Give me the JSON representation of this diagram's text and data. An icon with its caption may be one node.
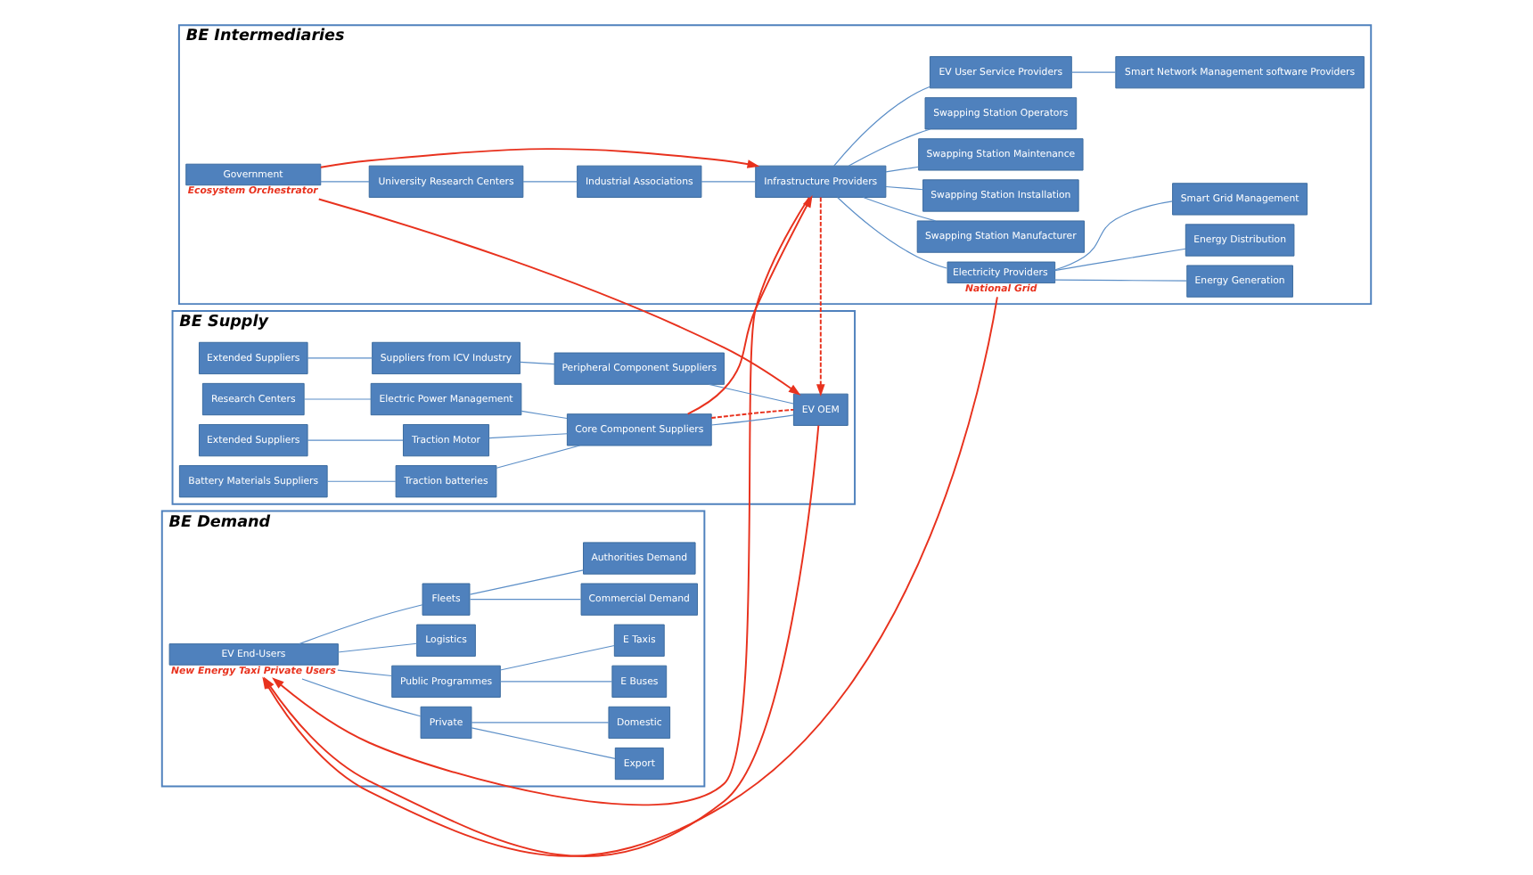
{
  "diagram": {
    "nodes": [
      {
        "text": [
          "BE Intermediaries"
        ]
      },
      {
        "text": [
          "Government"
        ],
        "in": 0,
        "beside": [
          "Ecosystem Orchestrator"
        ]
      },
      {
        "text": [
          "University Research Centers"
        ],
        "in": 0
      },
      {
        "text": [
          "Industrial Associations"
        ],
        "in": 0
      },
      {
        "text": [
          "Infrastructure Providers"
        ],
        "in": 0
      },
      {
        "text": [
          "Electricity Providers"
        ],
        "in": 0,
        "beside": [
          "National Grid"
        ]
      },
      {
        "text": [
          "Energy Generation"
        ],
        "in": 0
      },
      {
        "text": [
          "Energy Distribution"
        ],
        "in": 0
      },
      {
        "text": [
          "Smart Grid Management"
        ],
        "in": 0
      },
      {
        "text": [
          "Swapping Station Manufacturer"
        ],
        "in": 0
      },
      {
        "text": [
          "Swapping Station Installation"
        ],
        "in": 0
      },
      {
        "text": [
          "Swapping Station Maintenance"
        ],
        "in": 0
      },
      {
        "text": [
          "Swapping Station Operators"
        ],
        "in": 0
      },
      {
        "text": [
          "EV User Service Providers"
        ],
        "in": 0
      },
      {
        "text": [
          "Smart Network Management software Providers"
        ],
        "in": 0
      },
      {
        "text": [
          "BE Supply"
        ]
      },
      {
        "text": [
          "Extended Suppliers"
        ],
        "in": 15
      },
      {
        "text": [
          "Suppliers from ICV Industry"
        ],
        "in": 15
      },
      {
        "text": [
          "Peripheral Component Suppliers"
        ],
        "in": 15
      },
      {
        "text": [
          "Research Centers"
        ],
        "in": 15
      },
      {
        "text": [
          "Electric Power Management"
        ],
        "in": 15
      },
      {
        "text": [
          "EV OEM"
        ],
        "in": 15
      },
      {
        "text": [
          "Extended Suppliers"
        ],
        "in": 15
      },
      {
        "text": [
          "Traction Motor"
        ],
        "in": 15
      },
      {
        "text": [
          "Core Component Suppliers"
        ],
        "in": 15
      },
      {
        "text": [
          "Battery Materials Suppliers"
        ],
        "in": 15
      },
      {
        "text": [
          "Traction batteries"
        ],
        "in": 15
      },
      {
        "text": [
          "BE Demand"
        ]
      },
      {
        "text": [
          "Private"
        ],
        "in": 27
      },
      {
        "text": [
          "Export"
        ],
        "in": 27
      },
      {
        "text": [
          "Domestic"
        ],
        "in": 27
      },
      {
        "text": [
          "EV End-Users"
        ],
        "in": 27,
        "beside": [
          "New Energy Taxi Private Users"
        ]
      },
      {
        "text": [
          "Public Programmes"
        ],
        "in": 27
      },
      {
        "text": [
          "E Buses"
        ],
        "in": 27
      },
      {
        "text": [
          "E Taxis"
        ],
        "in": 27
      },
      {
        "text": [
          "Logistics"
        ],
        "in": 27
      },
      {
        "text": [
          "Fleets"
        ],
        "in": 27
      },
      {
        "text": [
          "Commercial Demand"
        ],
        "in": 27
      },
      {
        "text": [
          "Authorities Demand"
        ],
        "in": 27
      }
    ],
    "edges": [
      {
        "from": 1,
        "to": 2,
        "arrow": "none"
      },
      {
        "from": 2,
        "to": 3,
        "arrow": "none"
      },
      {
        "from": 3,
        "to": 4,
        "arrow": "none"
      },
      {
        "from": 4,
        "to": 5,
        "arrow": "none"
      },
      {
        "from": 5,
        "to": 6,
        "arrow": "none"
      },
      {
        "from": 5,
        "to": 7,
        "arrow": "none"
      },
      {
        "from": 5,
        "to": 8,
        "arrow": "none"
      },
      {
        "from": 4,
        "to": 9,
        "arrow": "none"
      },
      {
        "from": 4,
        "to": 10,
        "arrow": "none"
      },
      {
        "from": 4,
        "to": 11,
        "arrow": "none"
      },
      {
        "from": 4,
        "to": 12,
        "arrow": "none"
      },
      {
        "from": 4,
        "to": 13,
        "arrow": "none"
      },
      {
        "from": 13,
        "to": 14,
        "arrow": "none"
      },
      {
        "from": 16,
        "to": 17,
        "arrow": "none"
      },
      {
        "from": 17,
        "to": 18,
        "arrow": "none"
      },
      {
        "from": 19,
        "to": 20,
        "arrow": "none"
      },
      {
        "from": 22,
        "to": 23,
        "arrow": "none"
      },
      {
        "from": 25,
        "to": 26,
        "arrow": "none"
      },
      {
        "from": 20,
        "to": 24,
        "arrow": "none"
      },
      {
        "from": 23,
        "to": 24,
        "arrow": "none"
      },
      {
        "from": 26,
        "to": 24,
        "arrow": "none"
      },
      {
        "from": 18,
        "to": 21,
        "arrow": "none"
      },
      {
        "from": 24,
        "to": 21,
        "arrow": "none"
      },
      {
        "from": 31,
        "to": 28,
        "arrow": "none"
      },
      {
        "from": 31,
        "to": 32,
        "arrow": "none"
      },
      {
        "from": 31,
        "to": 35,
        "arrow": "none"
      },
      {
        "from": 31,
        "to": 36,
        "arrow": "none"
      },
      {
        "from": 28,
        "to": 29,
        "arrow": "none"
      },
      {
        "from": 28,
        "to": 30,
        "arrow": "none"
      },
      {
        "from": 32,
        "to": 33,
        "arrow": "none"
      },
      {
        "from": 32,
        "to": 34,
        "arrow": "none"
      },
      {
        "from": 36,
        "to": 37,
        "arrow": "none"
      },
      {
        "from": 36,
        "to": 38,
        "arrow": "none"
      },
      {
        "from": 1,
        "to": 4,
        "arrow": "to",
        "color": "#e8321e"
      },
      {
        "from": 1,
        "to": 21,
        "arrow": "to",
        "color": "#e8321e"
      },
      {
        "from": 24,
        "to": 4,
        "arrow": "to",
        "color": "#e8321e"
      },
      {
        "from": 4,
        "to": 21,
        "arrow": "to",
        "style": "dashed",
        "color": "#e8321e"
      },
      {
        "from": 24,
        "to": 21,
        "arrow": "none",
        "style": "dashed",
        "color": "#e8321e"
      },
      {
        "from": 4,
        "to": 31,
        "arrow": "to",
        "color": "#e8321e"
      },
      {
        "from": 5,
        "to": 31,
        "arrow": "to",
        "color": "#e8321e"
      },
      {
        "from": 21,
        "to": 31,
        "arrow": "to",
        "color": "#e8321e"
      }
    ]
  }
}
